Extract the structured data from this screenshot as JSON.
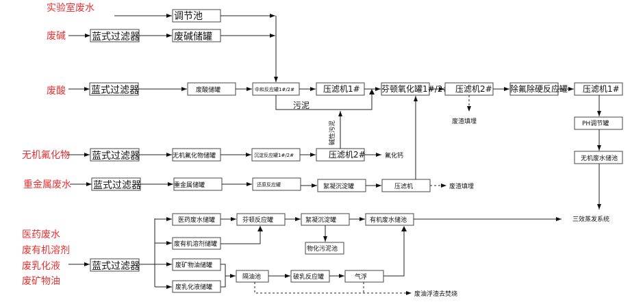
{
  "sources": {
    "lab": "实验室废水",
    "alkali": "废碱",
    "acid": "废酸",
    "cyanide": "无机氟化物",
    "metal": "重金属废水",
    "pharma": "医药废水",
    "solvent": "废有机溶剂",
    "emulsion": "废乳化液",
    "mineral_oil": "废矿物油"
  },
  "boxes": {
    "regulating_pool": "调节池",
    "basket_filter": "蓝式过滤器",
    "alkali_tank": "废碱储罐",
    "acid_tank": "废酸储罐",
    "neutral_reactor": "中和反应罐1#/2#",
    "press1": "压滤机1#",
    "fenton_ox": "芬顿氧化罐1#/2#",
    "press2": "压滤机2#",
    "defluor": "除氟除硬反应罐",
    "press1b": "压滤机1#",
    "ph_tank": "PH调节罐",
    "inorg_pool": "无机废水储池",
    "fluoride_tank": "无机氟化物储罐",
    "precip_reactor": "沉淀反应罐1#/2#",
    "press2b": "压滤机2#",
    "metal_tank": "重金属储罐",
    "reduce_reactor": "还原反应罐",
    "floc_tank": "絮凝沉淀罐",
    "press": "压滤机",
    "pharma_tank": "医药废水储罐",
    "fenton_reactor": "芬顿反应罐",
    "floc_tank2": "絮凝沉淀罐",
    "org_pool": "有机废水储池",
    "solvent_tank": "废有机溶剂储罐",
    "sludge_pool": "物化污泥池",
    "oil_tank": "废矿物油储罐",
    "emulsion_tank": "废乳化液储罐",
    "oil_sep": "隔油池",
    "demuls": "破乳反应罐",
    "flotation": "气浮"
  },
  "labels": {
    "sludge": "污泥",
    "alkaline_sludge": "碱性污泥",
    "landfill1": "废渣填埋",
    "calcium_fluoride": "氟化钙",
    "landfill2": "废渣填埋",
    "evaporation": "三效蒸发系统",
    "incinerate": "废油浮渣去焚烧"
  }
}
